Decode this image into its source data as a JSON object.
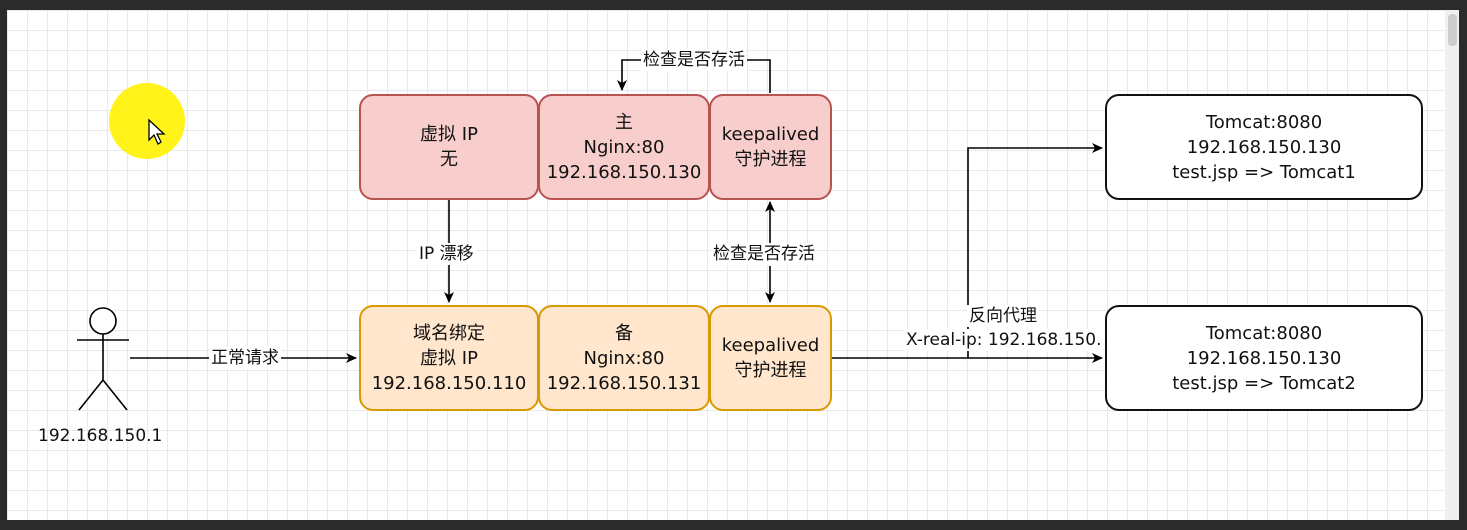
{
  "nodes": {
    "vip_none": {
      "lines": [
        "虚拟 IP",
        "无"
      ]
    },
    "master_nginx": {
      "lines": [
        "主",
        "Nginx:80",
        "192.168.150.130"
      ]
    },
    "master_keepalived": {
      "lines": [
        "keepalived",
        "守护进程"
      ]
    },
    "vip_bound": {
      "lines": [
        "域名绑定",
        "虚拟 IP",
        "192.168.150.110"
      ]
    },
    "backup_nginx": {
      "lines": [
        "备",
        "Nginx:80",
        "192.168.150.131"
      ]
    },
    "backup_keepalived": {
      "lines": [
        "keepalived",
        "守护进程"
      ]
    },
    "tomcat1": {
      "lines": [
        "Tomcat:8080",
        "192.168.150.130",
        "test.jsp => Tomcat1"
      ]
    },
    "tomcat2": {
      "lines": [
        "Tomcat:8080",
        "192.168.150.130",
        "test.jsp => Tomcat2"
      ]
    }
  },
  "actor": {
    "label": "192.168.150.1"
  },
  "edge_labels": {
    "top_check": "检查是否存活",
    "mid_check": "检查是否存活",
    "ip_drift": "IP 漂移",
    "normal_request": "正常请求",
    "reverse_proxy": "反向代理",
    "x_real_ip": "X-real-ip: 192.168.150."
  },
  "colors": {
    "master_fill": "#f8cecc",
    "master_stroke": "#b85450",
    "backup_fill": "#ffe6cc",
    "backup_stroke": "#d79b00",
    "cursor_highlight": "#fff200"
  },
  "icons": {
    "actor": "stick-figure-icon",
    "cursor": "mouse-pointer-icon"
  }
}
